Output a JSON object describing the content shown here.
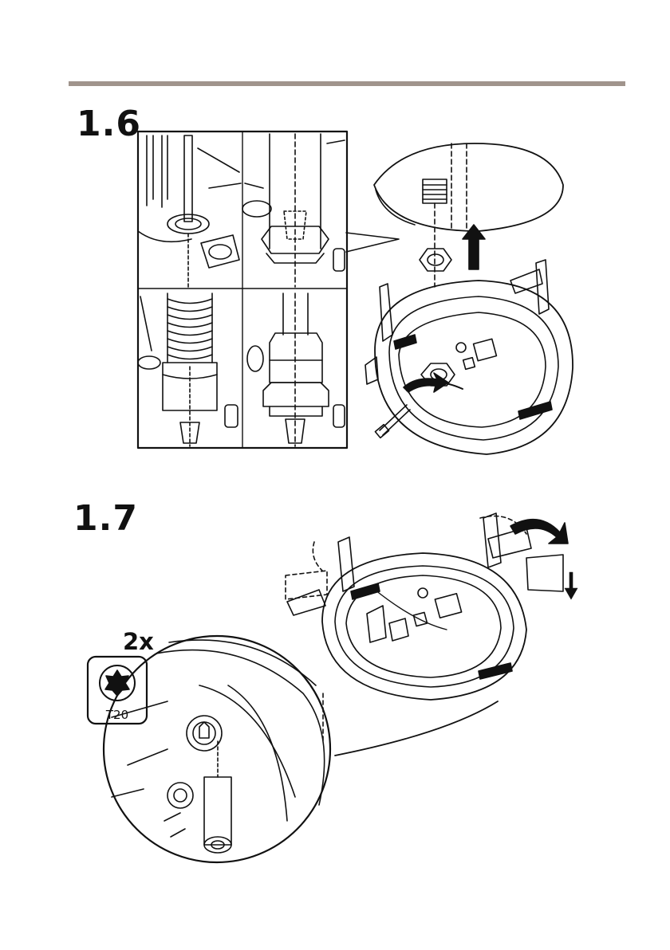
{
  "steps": [
    {
      "number": "1.6"
    },
    {
      "number": "1.7",
      "quantity": "2x",
      "bit": "T20"
    }
  ],
  "icons": {
    "torx": "torx-t20-bit-icon",
    "push_arrow": "arrow-up-icon",
    "turn_arrow": "rotate-arrow-icon",
    "down_arrow": "arrow-down-icon"
  },
  "colors": {
    "rule": "#a0948c",
    "ink": "#111111"
  }
}
